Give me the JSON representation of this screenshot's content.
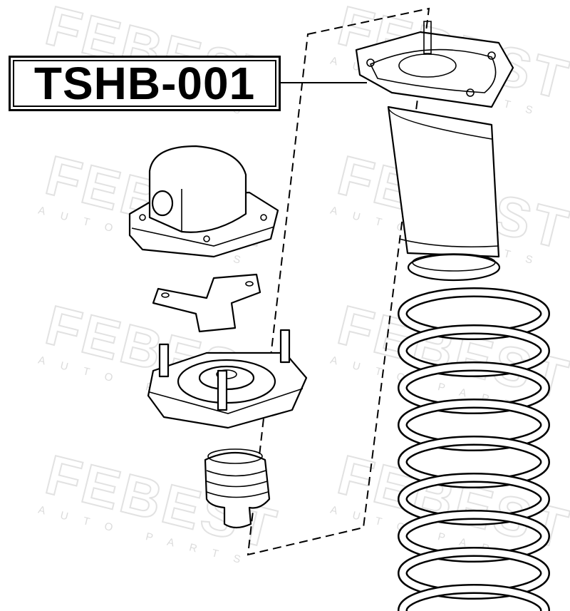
{
  "part_label": "TSHB-001",
  "watermark": {
    "brand": "FEBEST",
    "tagline": "AUTO PARTS"
  },
  "colors": {
    "line": "#000000",
    "watermark": "#e2e2e2",
    "background": "#ffffff"
  }
}
